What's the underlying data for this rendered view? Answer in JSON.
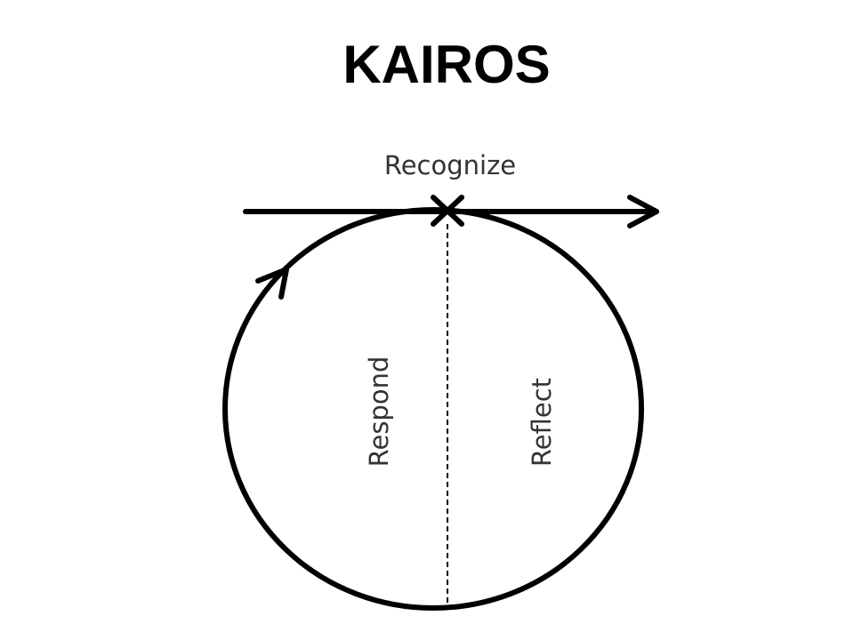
{
  "title": "KAIROS",
  "diagram": {
    "top_label": "Recognize",
    "left_label": "Respond",
    "right_label": "Reflect",
    "colors": {
      "stroke": "#000000",
      "label_text": "#333333",
      "background": "#ffffff"
    }
  }
}
